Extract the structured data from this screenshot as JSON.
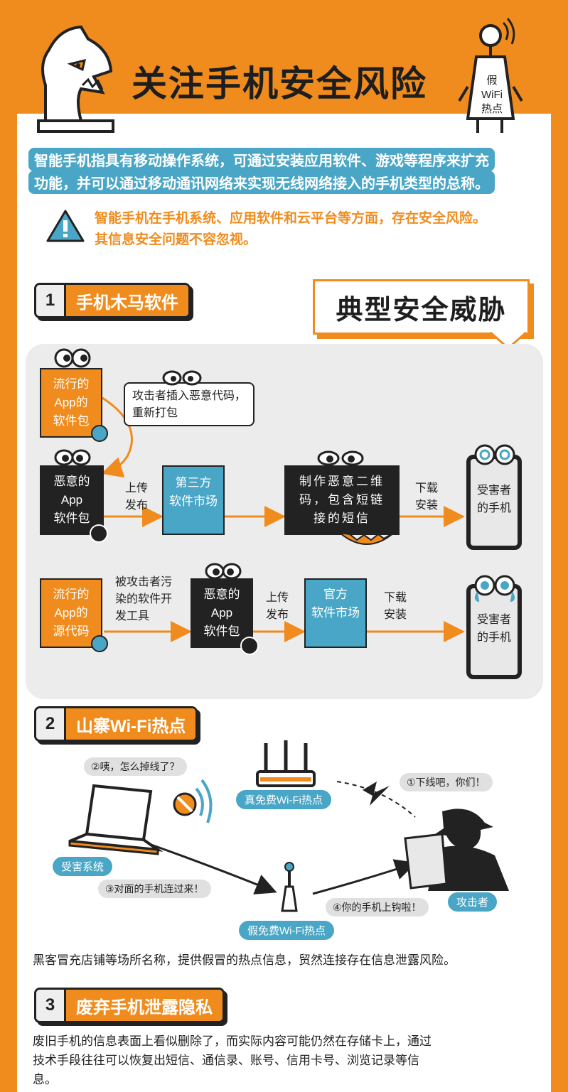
{
  "header": {
    "title": "关注手机安全风险",
    "mascot_tag_lines": [
      "假",
      "WiFi",
      "热点"
    ]
  },
  "intro": {
    "line1": "智能手机指具有移动操作系统，可通过安装应用软件、游戏等程序来扩充",
    "line2": "功能，并可以通过移动通讯网络来实现无线网络接入的手机类型的总称。"
  },
  "warning": {
    "line1": "智能手机在手机系统、应用软件和云平台等方面，存在安全风险。",
    "line2": "其信息安全问题不容忽视。"
  },
  "threat_banner": "典型安全威胁",
  "section1": {
    "num": "1",
    "label": "手机木马软件",
    "row1": {
      "pkg": [
        "流行的",
        "App的",
        "软件包"
      ],
      "callout": [
        "攻击者插入恶意代码，",
        "重新打包"
      ],
      "malicious": [
        "恶意的",
        "App",
        "软件包"
      ],
      "edge1": [
        "上传",
        "发布"
      ],
      "market": [
        "第三方",
        "软件市场"
      ],
      "qr": [
        "制作恶意二维",
        "码，包含短链",
        "接的短信"
      ],
      "edge2": [
        "下载",
        "安装"
      ],
      "phone": [
        "受害者",
        "的手机"
      ]
    },
    "row2": {
      "src": [
        "流行的",
        "App的",
        "源代码"
      ],
      "edge0": [
        "被攻击者污",
        "染的软件开",
        "发工具"
      ],
      "malicious": [
        "恶意的",
        "App",
        "软件包"
      ],
      "edge1": [
        "上传",
        "发布"
      ],
      "market": [
        "官方",
        "软件市场"
      ],
      "edge2": [
        "下载",
        "安装"
      ],
      "phone": [
        "受害者",
        "的手机"
      ]
    }
  },
  "section2": {
    "num": "2",
    "label": "山寨Wi-Fi热点",
    "q2": "②咦，怎么掉线了？",
    "real_hotspot": "真免费Wi-Fi热点",
    "q1": "①下线吧，你们！",
    "victim": "受害系统",
    "q3": "③对面的手机连过来！",
    "q4": "④你的手机上钩啦！",
    "attacker": "攻击者",
    "fake_hotspot": "假免费Wi-Fi热点",
    "desc": "黑客冒充店铺等场所名称，提供假冒的热点信息，贸然连接存在信息泄露风险。"
  },
  "section3": {
    "num": "3",
    "label": "废弃手机泄露隐私",
    "line1": "废旧手机的信息表面上看似删除了，而实际内容可能仍然在存储卡上，通过",
    "line2": "技术手段往往可以恢复出短信、通信录、账号、信用卡号、浏览记录等信",
    "line3": "息。"
  },
  "colors": {
    "orange": "#f08c1e",
    "blue": "#4aa6c6",
    "dark": "#222222",
    "panel": "#ececec"
  }
}
